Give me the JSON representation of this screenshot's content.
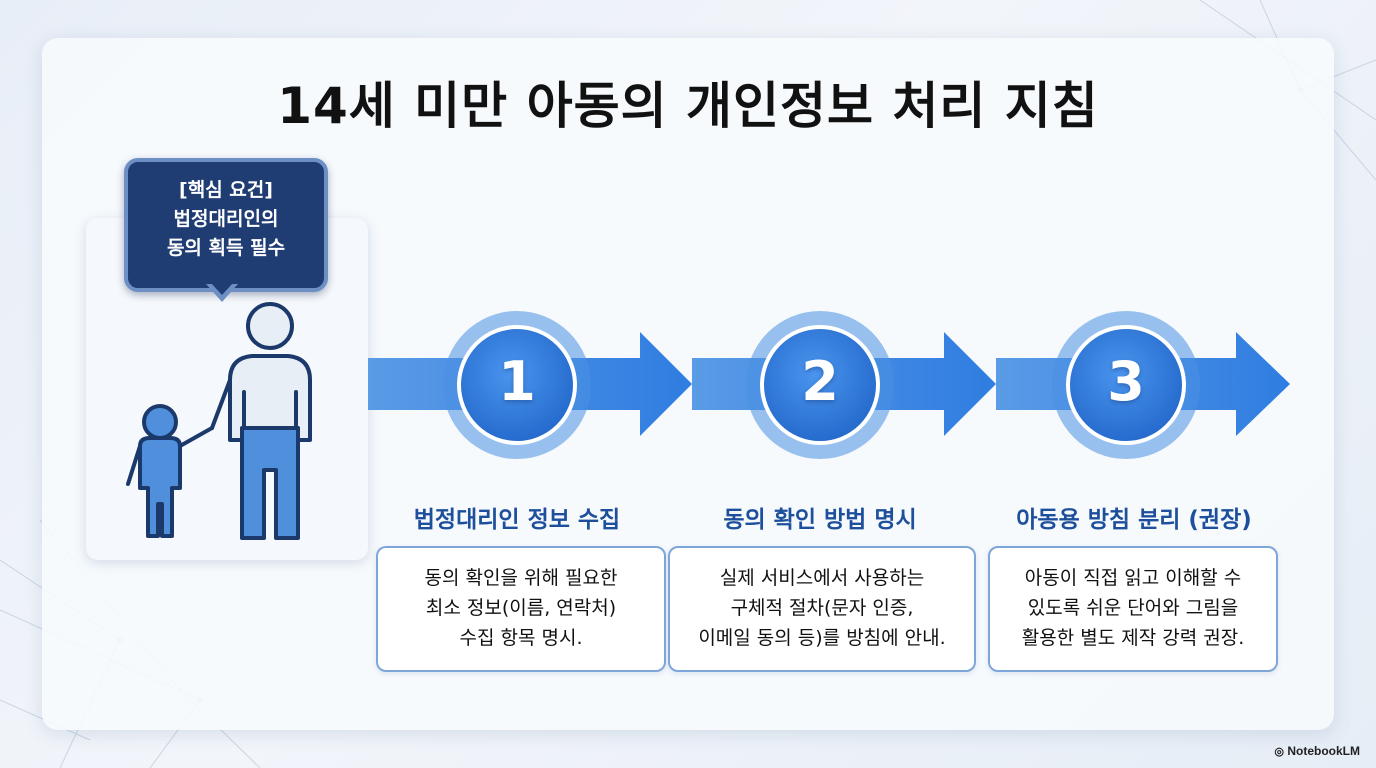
{
  "title": "14세 미만 아동의 개인정보 처리 지침",
  "callout": {
    "text": "[핵심 요건]\n법정대리인의\n동의 획득 필수"
  },
  "steps": [
    {
      "number": "1",
      "title": "법정대리인 정보 수집",
      "description": "동의 확인을 위해 필요한\n최소 정보(이름, 연락처)\n수집 항목 명시."
    },
    {
      "number": "2",
      "title": "동의 확인 방법 명시",
      "description": "실제 서비스에서 사용하는\n구체적 절차(문자 인증,\n이메일 동의 등)를 방침에 안내."
    },
    {
      "number": "3",
      "title": "아동용 방침 분리 (권장)",
      "description": "아동이 직접 읽고 이해할 수\n있도록 쉬운 단어와 그림을\n활용한 별도 제작 강력 권장."
    }
  ],
  "brand": "NotebookLM",
  "colors": {
    "accent_blue": "#2f7de1",
    "callout_bg": "#1f3c73",
    "step_title": "#1d4f9c"
  },
  "icons": {
    "figure": "parent-and-child-icon",
    "brand": "notebooklm-logo-icon"
  }
}
